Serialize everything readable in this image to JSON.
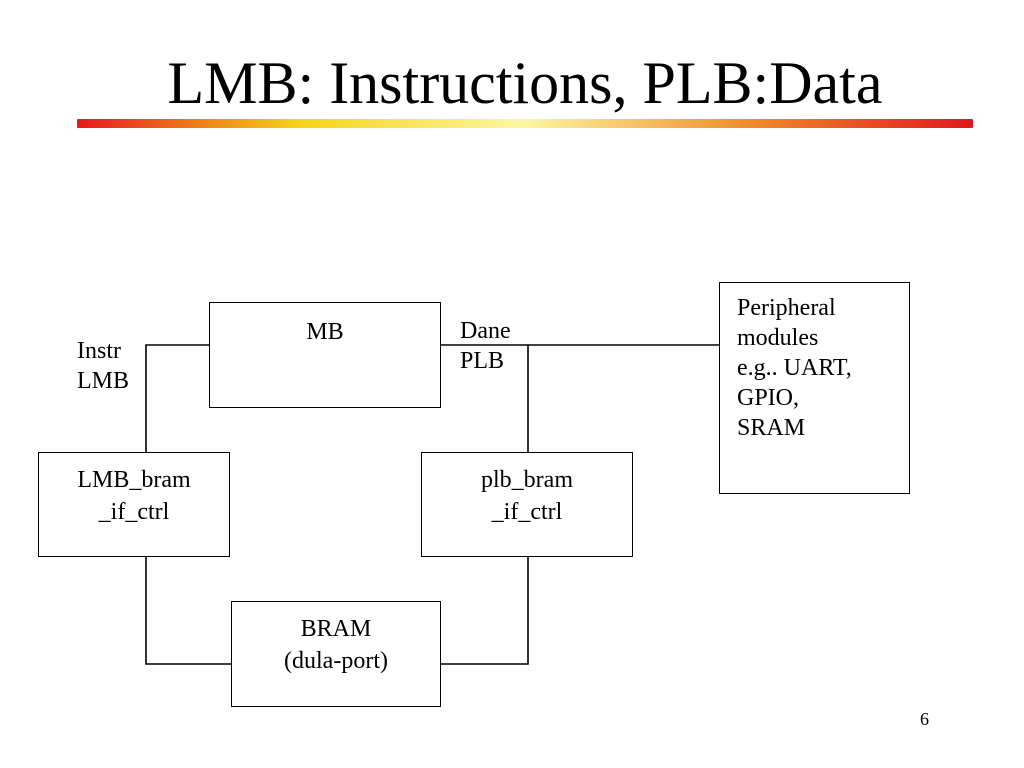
{
  "slide": {
    "title": "LMB: Instructions, PLB:Data",
    "title_bar_colors": [
      "#e8181b",
      "#f5d41a",
      "#fdf6a0",
      "#f08c2a",
      "#e2161c"
    ],
    "page_number": "6"
  },
  "diagram": {
    "boxes": {
      "mb": "MB",
      "lmb_bram_if_ctrl": "LMB_bram\n_if_ctrl",
      "plb_bram_if_ctrl": "plb_bram\n_if_ctrl",
      "bram": "BRAM\n(dula-port)",
      "peripheral": "Peripheral\nmodules\ne.g.. UART,\nGPIO,\nSRAM"
    },
    "labels": {
      "instr_lmb": "Instr\nLMB",
      "dane_plb": "Dane\nPLB"
    },
    "line_color": "#000000"
  }
}
